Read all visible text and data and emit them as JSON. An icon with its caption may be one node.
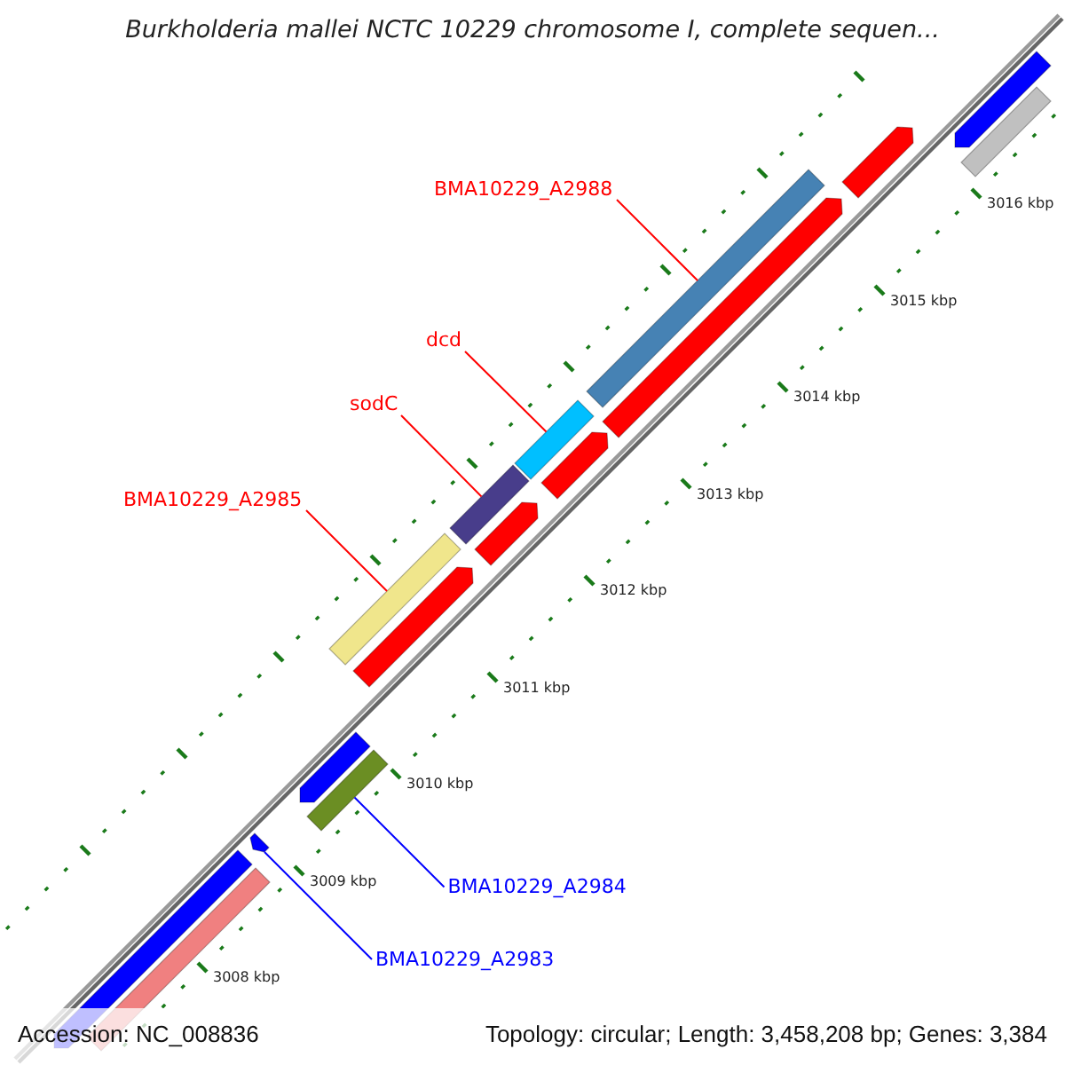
{
  "diagram": {
    "title": "Burkholderia mallei NCTC 10229 chromosome I, complete sequen...",
    "nodes": [
      {
        "text": [
          "BMA10229_A2988"
        ]
      },
      {
        "text": [],
        "shape": "bar"
      },
      {
        "text": [
          "dcd"
        ]
      },
      {
        "text": [],
        "shape": "bar"
      },
      {
        "text": [
          "sodC"
        ]
      },
      {
        "text": [],
        "shape": "bar"
      },
      {
        "text": [
          "BMA10229_A2985"
        ]
      },
      {
        "text": [],
        "shape": "bar"
      },
      {
        "text": [
          "BMA10229_A2984"
        ]
      },
      {
        "text": [],
        "shape": "bar"
      },
      {
        "text": [
          "BMA10229_A2983"
        ]
      },
      {
        "text": [],
        "shape": "bar"
      }
    ],
    "edges": [
      {
        "from": 0,
        "to": 1,
        "arrow": "none"
      },
      {
        "from": 2,
        "to": 3,
        "arrow": "none"
      },
      {
        "from": 4,
        "to": 5,
        "arrow": "none"
      },
      {
        "from": 6,
        "to": 7,
        "arrow": "none"
      },
      {
        "from": 8,
        "to": 9,
        "arrow": "none",
        "color": "#0000ff"
      },
      {
        "from": 10,
        "to": 11,
        "arrow": "none",
        "color": "#0000ff"
      }
    ],
    "labels": [
      "3016 kbp",
      "3015 kbp",
      "3014 kbp",
      "3013 kbp",
      "3012 kbp",
      "3011 kbp",
      "3010 kbp",
      "3009 kbp",
      "3008 kbp",
      "Accession: NC_008836",
      "Topology: circular; Length: 3,458,208 bp; Genes: 3,384"
    ]
  }
}
